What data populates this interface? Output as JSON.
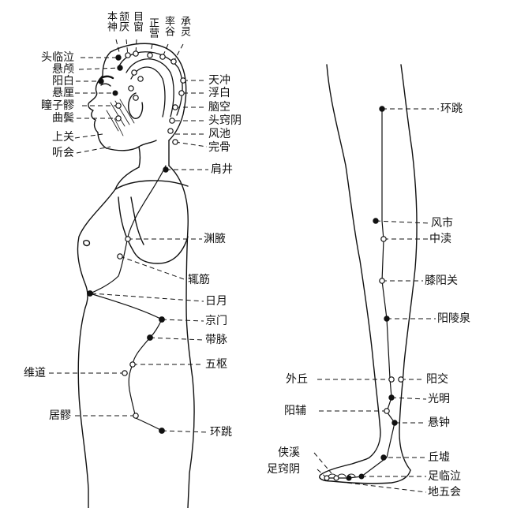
{
  "colors": {
    "ink": "#111111",
    "paper": "#ffffff"
  },
  "head_top_labels": [
    "本神",
    "颔厌",
    "目窗",
    "正营",
    "率谷",
    "承灵"
  ],
  "head_left_labels": [
    "头临泣",
    "悬颅",
    "阳白",
    "悬厘",
    "瞳子髎",
    "曲鬓",
    "上关",
    "听会"
  ],
  "head_right_labels": [
    "天冲",
    "浮白",
    "脑空",
    "头窍阴",
    "风池",
    "完骨"
  ],
  "trunk_right_labels": [
    "肩井",
    "渊腋",
    "辄筋",
    "日月",
    "京门",
    "带脉",
    "五枢",
    "环跳"
  ],
  "trunk_left_labels": [
    "维道",
    "居髎"
  ],
  "leg_right_labels": [
    "环跳",
    "风市",
    "中渎",
    "膝阳关",
    "阳陵泉",
    "阳交",
    "光明",
    "悬钟",
    "丘墟",
    "足临泣",
    "地五会"
  ],
  "leg_left_labels": [
    "外丘",
    "阳辅",
    "侠溪",
    "足窍阴"
  ]
}
